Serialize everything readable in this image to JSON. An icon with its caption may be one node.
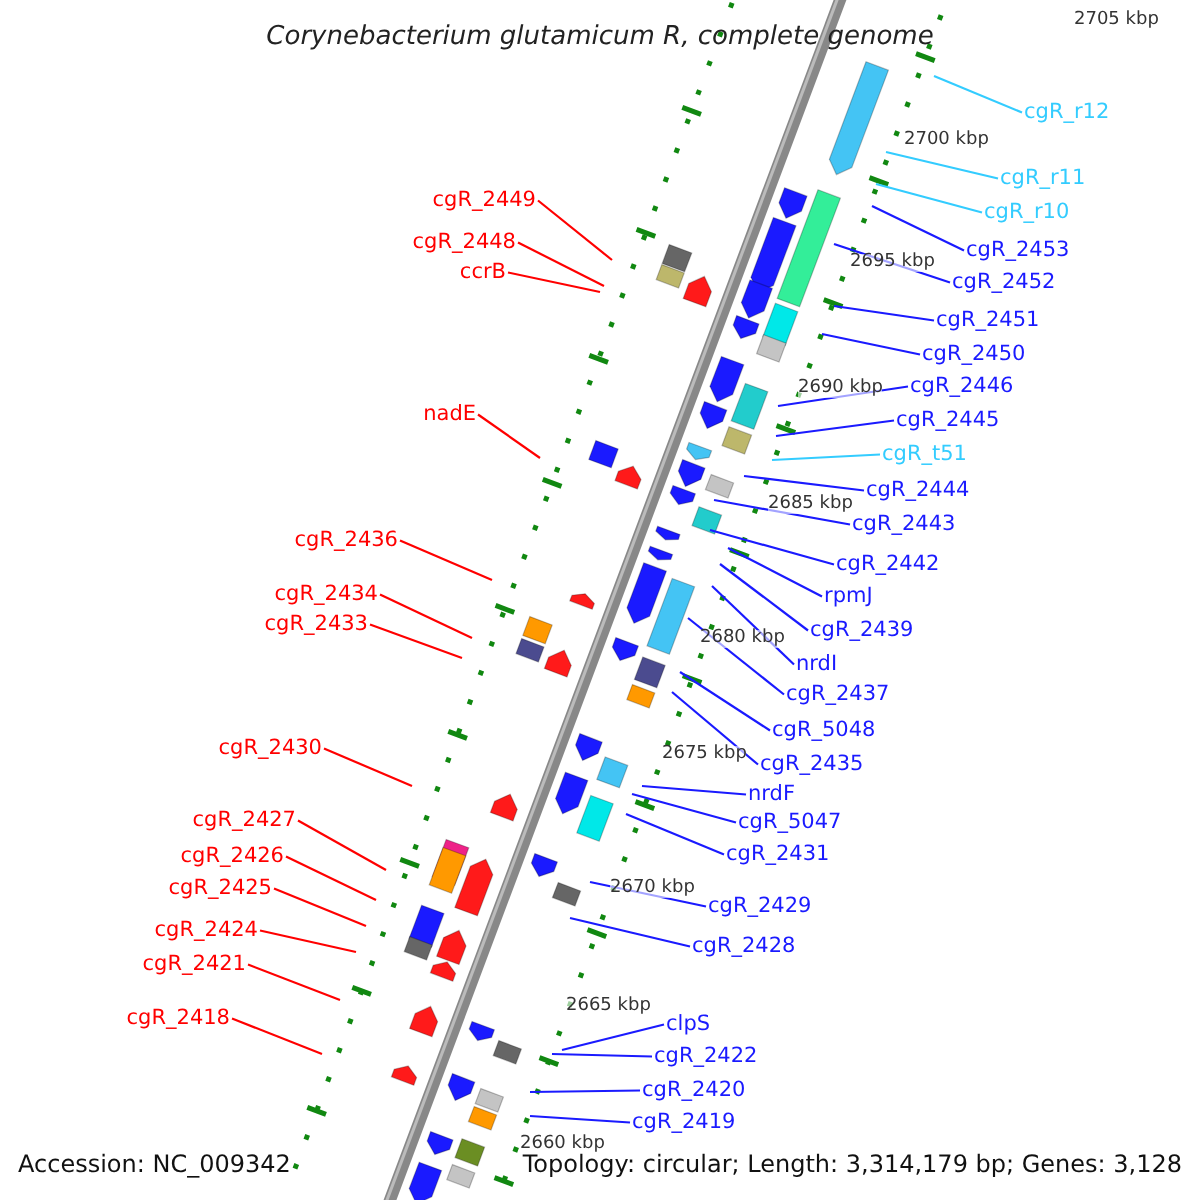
{
  "diagram": {
    "title": "Corynebacterium glutamicum R, complete genome",
    "nodes": [
      {
        "text": [
          "cgR_r12"
        ]
      },
      {
        "text": [
          "cgR_r11"
        ]
      },
      {
        "text": [
          "cgR_r10"
        ]
      },
      {
        "text": [
          "cgR_2453"
        ]
      },
      {
        "text": [
          "cgR_2452"
        ]
      },
      {
        "text": [
          "cgR_2451"
        ]
      },
      {
        "text": [
          "cgR_2450"
        ]
      },
      {
        "text": [
          "cgR_2446"
        ]
      },
      {
        "text": [
          "cgR_2445"
        ]
      },
      {
        "text": [
          "cgR_t51"
        ]
      },
      {
        "text": [
          "cgR_2444"
        ]
      },
      {
        "text": [
          "cgR_2443"
        ]
      },
      {
        "text": [
          "cgR_2442"
        ]
      },
      {
        "text": [
          "rpmJ"
        ]
      },
      {
        "text": [
          "cgR_2439"
        ]
      },
      {
        "text": [
          "nrdI"
        ]
      },
      {
        "text": [
          "cgR_2437"
        ]
      },
      {
        "text": [
          "cgR_5048"
        ]
      },
      {
        "text": [
          "cgR_2435"
        ]
      },
      {
        "text": [
          "nrdF"
        ]
      },
      {
        "text": [
          "cgR_5047"
        ]
      },
      {
        "text": [
          "cgR_2431"
        ]
      },
      {
        "text": [
          "cgR_2429"
        ]
      },
      {
        "text": [
          "cgR_2428"
        ]
      },
      {
        "text": [
          "clpS"
        ]
      },
      {
        "text": [
          "cgR_2422"
        ]
      },
      {
        "text": [
          "cgR_2420"
        ]
      },
      {
        "text": [
          "cgR_2419"
        ]
      },
      {
        "text": [
          "cgR_2449"
        ]
      },
      {
        "text": [
          "cgR_2448"
        ]
      },
      {
        "text": [
          "ccrB"
        ]
      },
      {
        "text": [
          "nadE"
        ]
      },
      {
        "text": [
          "cgR_2436"
        ]
      },
      {
        "text": [
          "cgR_2434"
        ]
      },
      {
        "text": [
          "cgR_2433"
        ]
      },
      {
        "text": [
          "cgR_2430"
        ]
      },
      {
        "text": [
          "cgR_2427"
        ]
      },
      {
        "text": [
          "cgR_2426"
        ]
      },
      {
        "text": [
          "cgR_2425"
        ]
      },
      {
        "text": [
          "cgR_2424"
        ]
      },
      {
        "text": [
          "cgR_2421"
        ]
      },
      {
        "text": [
          "cgR_2418"
        ]
      }
    ],
    "edges": [
      {
        "from": 0,
        "to": null,
        "arrow": "none",
        "color": "#33ccff"
      },
      {
        "from": 1,
        "to": null,
        "arrow": "none",
        "color": "#33ccff"
      },
      {
        "from": 2,
        "to": null,
        "arrow": "none",
        "color": "#33ccff"
      },
      {
        "from": 3,
        "to": null,
        "arrow": "none"
      },
      {
        "from": 4,
        "to": null,
        "arrow": "none"
      },
      {
        "from": 5,
        "to": null,
        "arrow": "none"
      },
      {
        "from": 6,
        "to": null,
        "arrow": "none"
      },
      {
        "from": 7,
        "to": null,
        "arrow": "none"
      },
      {
        "from": 8,
        "to": null,
        "arrow": "none"
      },
      {
        "from": 9,
        "to": null,
        "arrow": "none",
        "color": "#33ccff"
      },
      {
        "from": 10,
        "to": null,
        "arrow": "none"
      },
      {
        "from": 11,
        "to": null,
        "arrow": "none"
      },
      {
        "from": 12,
        "to": null,
        "arrow": "none"
      },
      {
        "from": 13,
        "to": null,
        "arrow": "none"
      },
      {
        "from": 14,
        "to": null,
        "arrow": "none"
      },
      {
        "from": 15,
        "to": null,
        "arrow": "none"
      },
      {
        "from": 16,
        "to": null,
        "arrow": "none"
      },
      {
        "from": 17,
        "to": null,
        "arrow": "none"
      },
      {
        "from": 18,
        "to": null,
        "arrow": "none"
      },
      {
        "from": 19,
        "to": null,
        "arrow": "none"
      },
      {
        "from": 20,
        "to": null,
        "arrow": "none"
      },
      {
        "from": 21,
        "to": null,
        "arrow": "none"
      },
      {
        "from": 22,
        "to": null,
        "arrow": "none"
      },
      {
        "from": 23,
        "to": null,
        "arrow": "none"
      },
      {
        "from": 24,
        "to": null,
        "arrow": "none"
      },
      {
        "from": 25,
        "to": null,
        "arrow": "none"
      },
      {
        "from": 26,
        "to": null,
        "arrow": "none"
      },
      {
        "from": 27,
        "to": null,
        "arrow": "none"
      },
      {
        "from": 28,
        "to": null,
        "arrow": "none",
        "color": "#ff0000"
      },
      {
        "from": 29,
        "to": null,
        "arrow": "none",
        "color": "#ff0000"
      },
      {
        "from": 30,
        "to": null,
        "arrow": "none",
        "color": "#ff0000"
      },
      {
        "from": 31,
        "to": null,
        "arrow": "none",
        "color": "#ff0000"
      },
      {
        "from": 32,
        "to": null,
        "arrow": "none",
        "color": "#ff0000"
      },
      {
        "from": 33,
        "to": null,
        "arrow": "none",
        "color": "#ff0000"
      },
      {
        "from": 34,
        "to": null,
        "arrow": "none",
        "color": "#ff0000"
      },
      {
        "from": 35,
        "to": null,
        "arrow": "none",
        "color": "#ff0000"
      },
      {
        "from": 36,
        "to": null,
        "arrow": "none",
        "color": "#ff0000"
      },
      {
        "from": 37,
        "to": null,
        "arrow": "none",
        "color": "#ff0000"
      },
      {
        "from": 38,
        "to": null,
        "arrow": "none",
        "color": "#ff0000"
      },
      {
        "from": 39,
        "to": null,
        "arrow": "none",
        "color": "#ff0000"
      },
      {
        "from": 40,
        "to": null,
        "arrow": "none",
        "color": "#ff0000"
      },
      {
        "from": 41,
        "to": null,
        "arrow": "none",
        "color": "#ff0000"
      }
    ],
    "labels": [
      "2705 kbp",
      "2700 kbp",
      "2695 kbp",
      "2690 kbp",
      "2685 kbp",
      "2680 kbp",
      "2675 kbp",
      "2670 kbp",
      "2665 kbp",
      "2660 kbp",
      "Accession: NC_009342",
      "Topology: circular; Length: 3,314,179 bp; Genes: 3,128"
    ]
  }
}
